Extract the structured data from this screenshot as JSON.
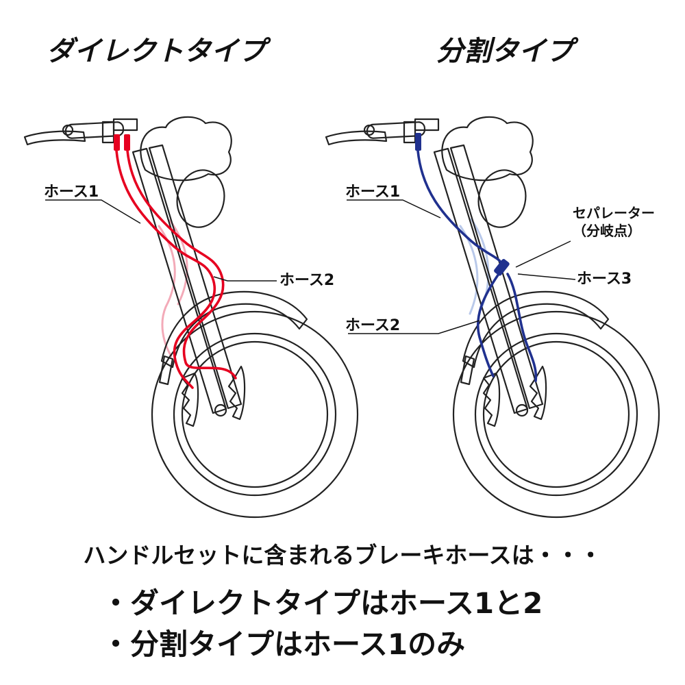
{
  "titles": {
    "left": "ダイレクトタイプ",
    "right": "分割タイプ"
  },
  "left_diagram": {
    "type_name": "ダイレクトタイプ",
    "hose_color": "#e60020",
    "hose_color_faded": "#f3aab8",
    "labels": {
      "hose1": "ホース1",
      "hose2": "ホース2"
    }
  },
  "right_diagram": {
    "type_name": "分割タイプ",
    "hose_color": "#20318f",
    "hose_color_faded": "#b9c9ea",
    "labels": {
      "hose1": "ホース1",
      "hose2": "ホース2",
      "hose3": "ホース3",
      "separator_line1": "セパレーター",
      "separator_line2": "（分岐点）"
    }
  },
  "footer": {
    "intro": "ハンドルセットに含まれるブレーキホースは・・・",
    "bullet1": "・ダイレクトタイプはホース1と2",
    "bullet2": "・分割タイプはホース1のみ"
  }
}
